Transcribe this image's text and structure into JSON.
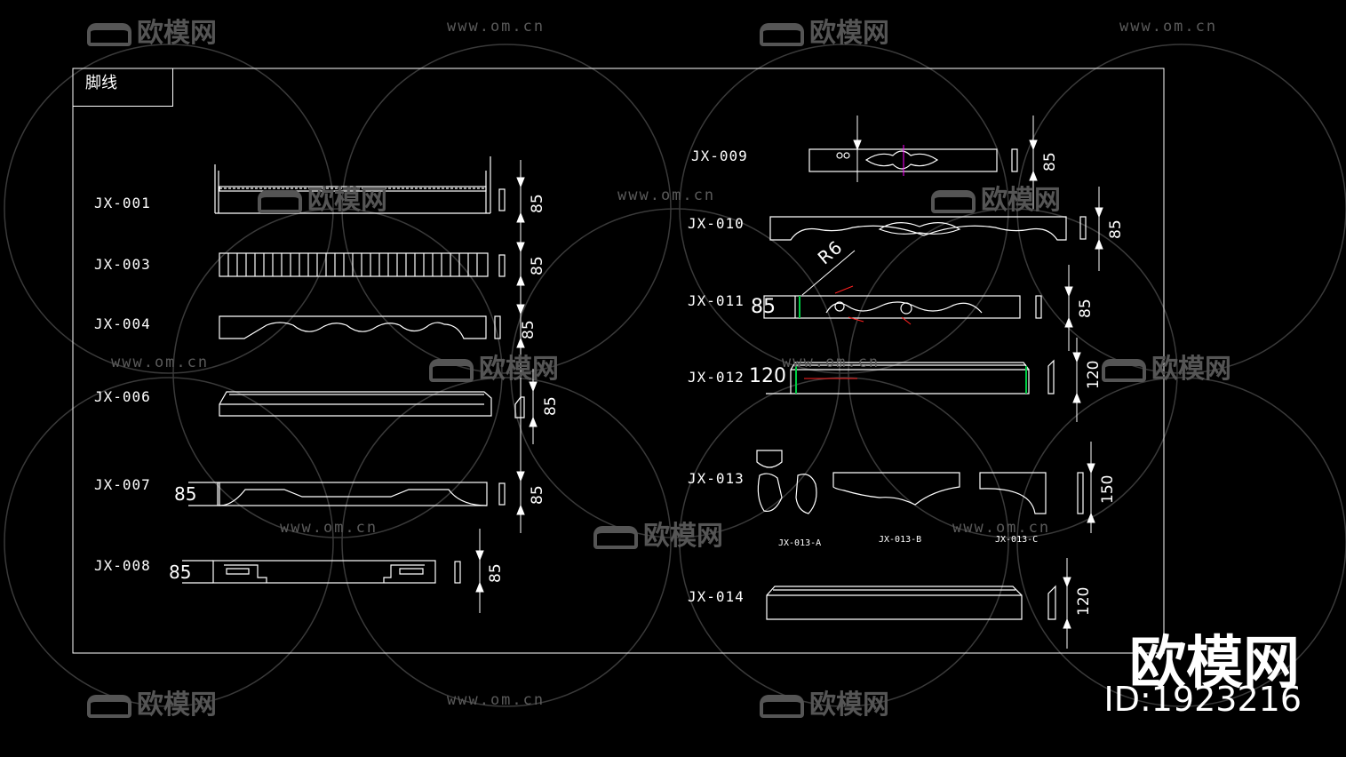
{
  "watermarks": {
    "logo_text": "欧模网",
    "site_text": "www.om.cn"
  },
  "sheet": {
    "title": "脚线"
  },
  "items": [
    {
      "code": "JX-001",
      "dim": "85"
    },
    {
      "code": "JX-003",
      "dim": "85"
    },
    {
      "code": "JX-004",
      "dim": "85"
    },
    {
      "code": "JX-006",
      "dim": "85"
    },
    {
      "code": "JX-007",
      "dim": "85",
      "left_dim": "85"
    },
    {
      "code": "JX-008",
      "dim": "85",
      "left_dim": "85"
    },
    {
      "code": "JX-009",
      "dim": "85"
    },
    {
      "code": "JX-010",
      "dim": "85"
    },
    {
      "code": "JX-011",
      "dim": "85",
      "left_dim": "85"
    },
    {
      "code": "JX-012",
      "dim": "120",
      "left_dim": "120"
    },
    {
      "code": "JX-013",
      "dim": "150"
    },
    {
      "code": "JX-014",
      "dim": "120"
    }
  ],
  "annotations": {
    "radius": "R6",
    "jx013_parts": [
      "JX-013-A",
      "JX-013-B",
      "JX-013-C"
    ]
  },
  "brand": {
    "name": "欧模网",
    "id": "ID:1923216"
  },
  "colors": {
    "background": "#000000",
    "line": "#ffffff",
    "watermark": "#555555",
    "accent_green": "#00cc44",
    "accent_red": "#ff2020",
    "accent_magenta": "#ff00ff"
  }
}
